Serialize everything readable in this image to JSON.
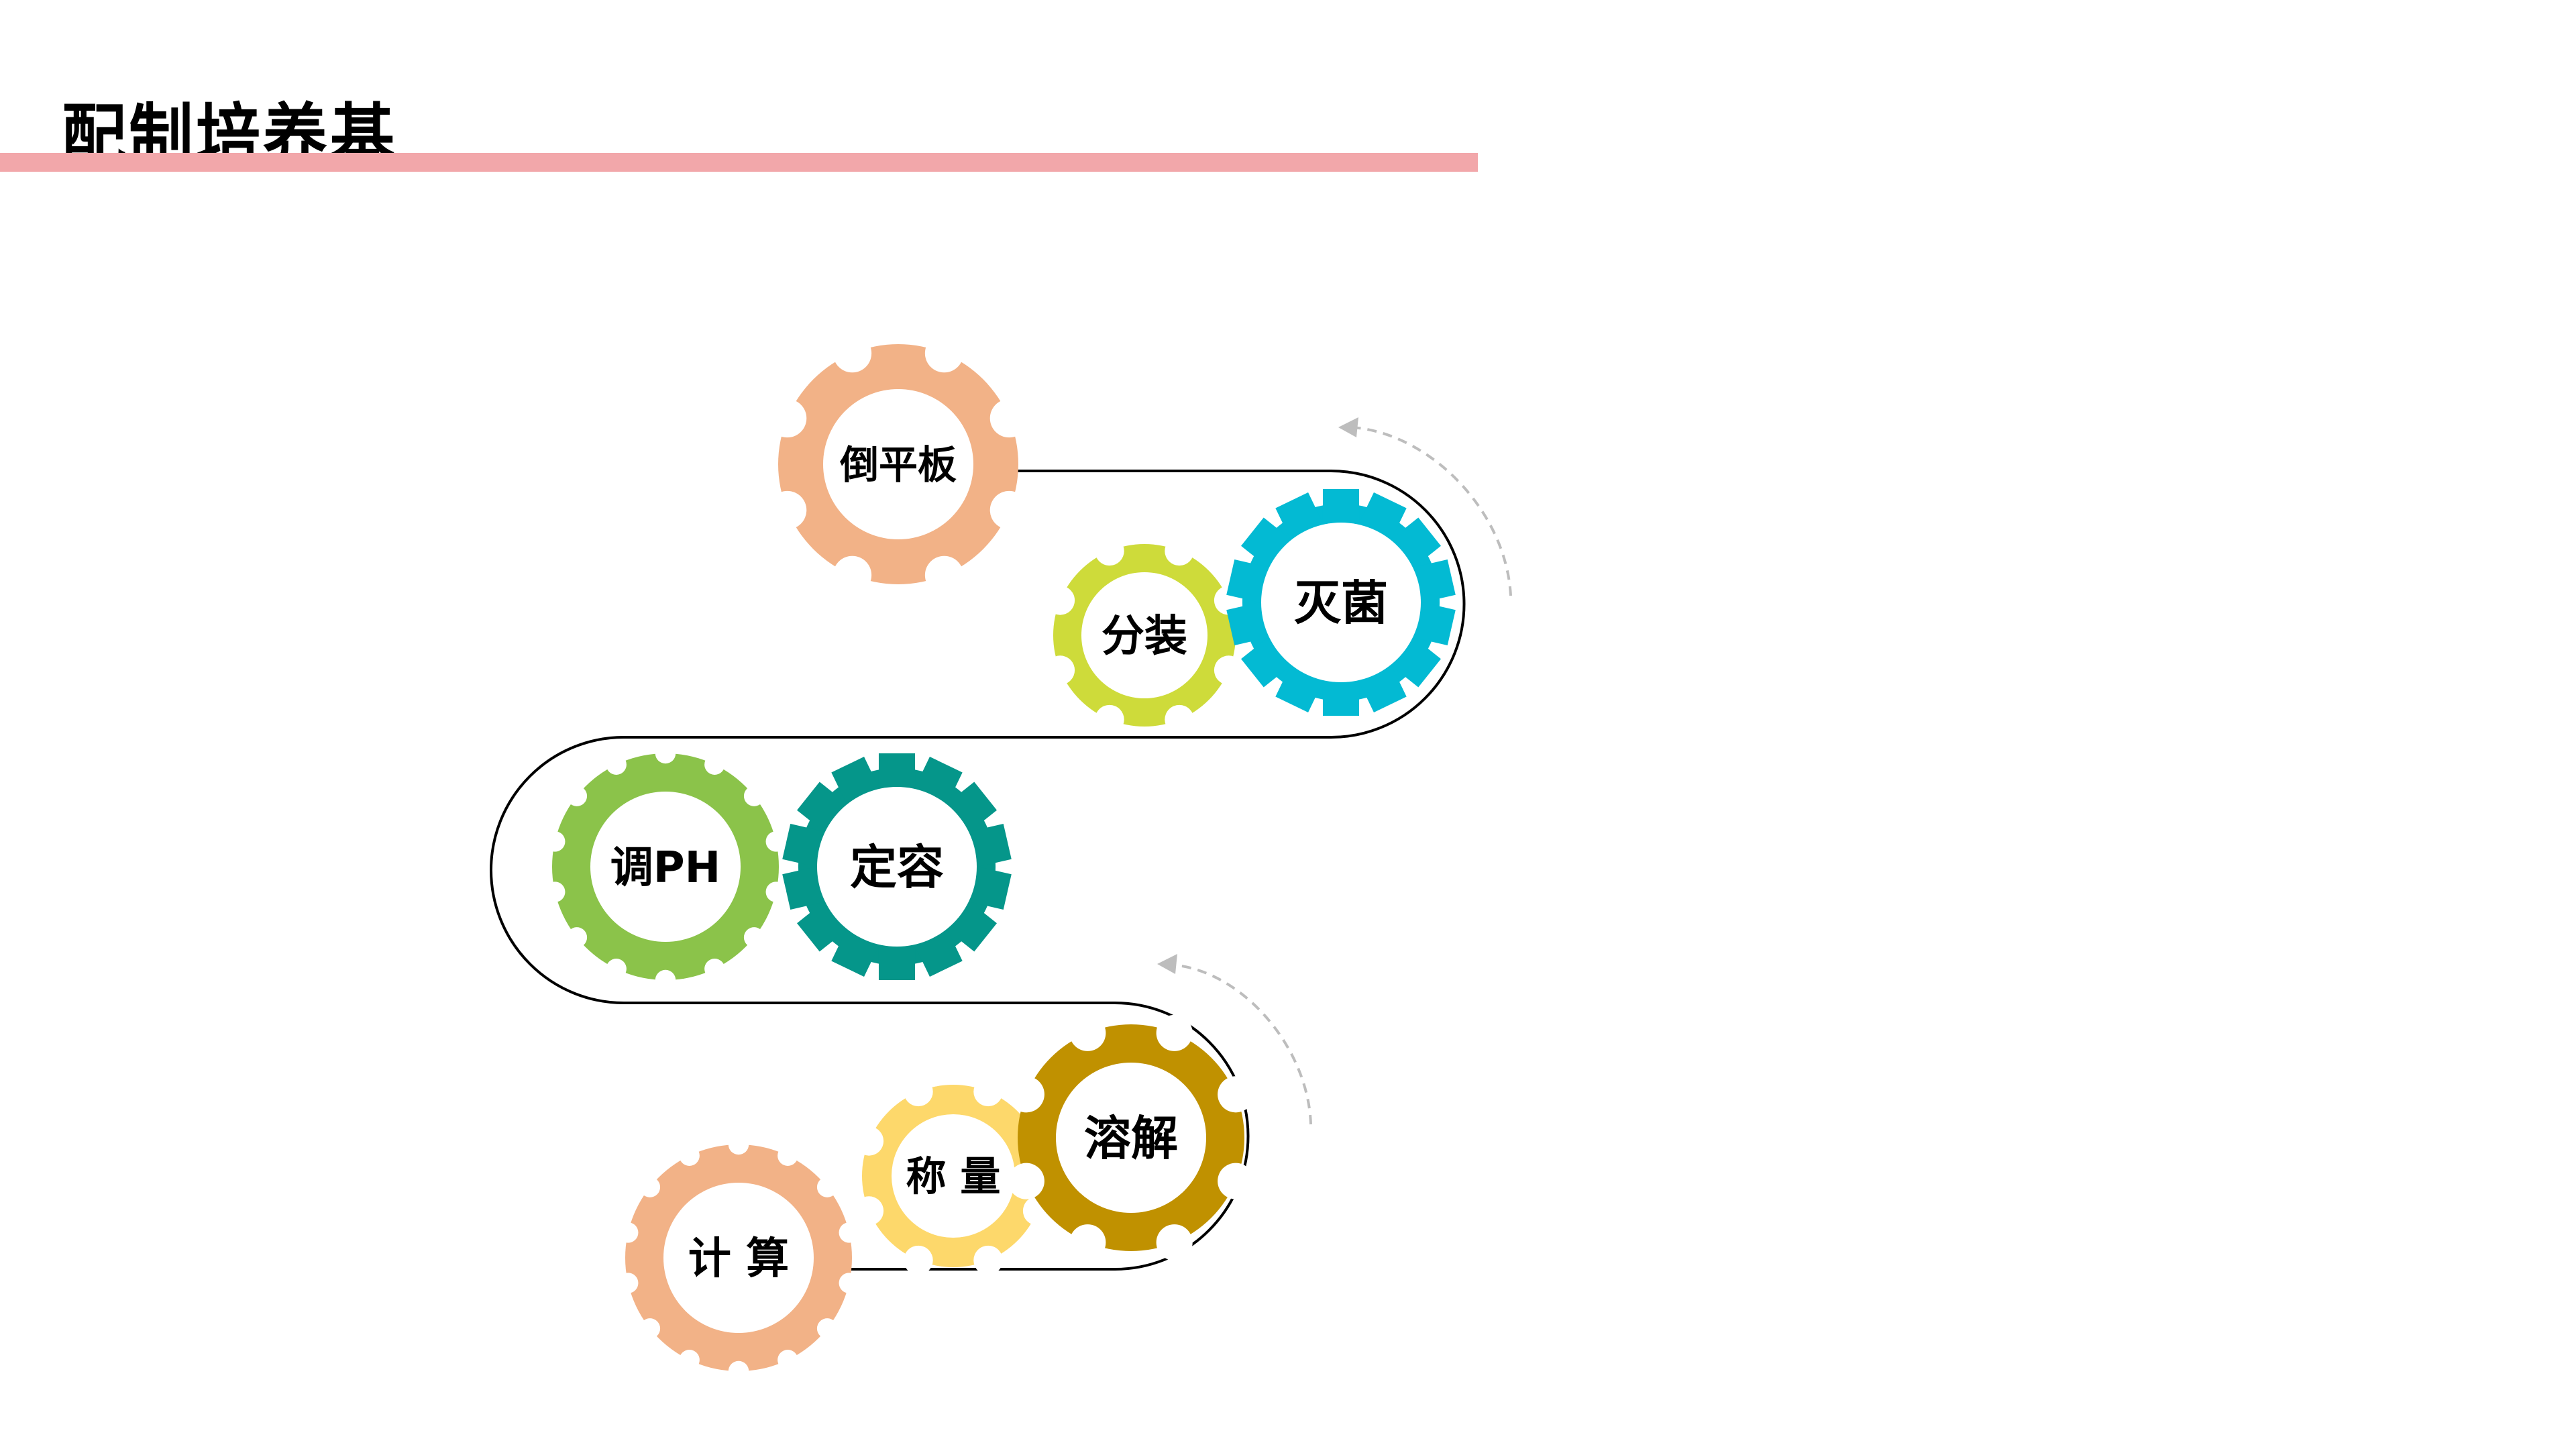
{
  "header": {
    "title": "配制培养基",
    "bar_color": "#F2A7AA"
  },
  "steps": [
    {
      "label": "计 算",
      "color": "#F2B287",
      "style": "scallop"
    },
    {
      "label": "称 量",
      "color": "#FDD86B",
      "style": "scallop"
    },
    {
      "label": "溶解",
      "color": "#C09100",
      "style": "scallop"
    },
    {
      "label": "定容",
      "color": "#05968A",
      "style": "square"
    },
    {
      "label": "调PH",
      "color": "#8BC34A",
      "style": "scallop"
    },
    {
      "label": "分装",
      "color": "#CEDB3A",
      "style": "scallop"
    },
    {
      "label": "灭菌",
      "color": "#03BAD3",
      "style": "square"
    },
    {
      "label": "倒平板",
      "color": "#F2B287",
      "style": "scallop"
    }
  ],
  "path_color": "#000000",
  "arrow_color": "#BDBDBD"
}
